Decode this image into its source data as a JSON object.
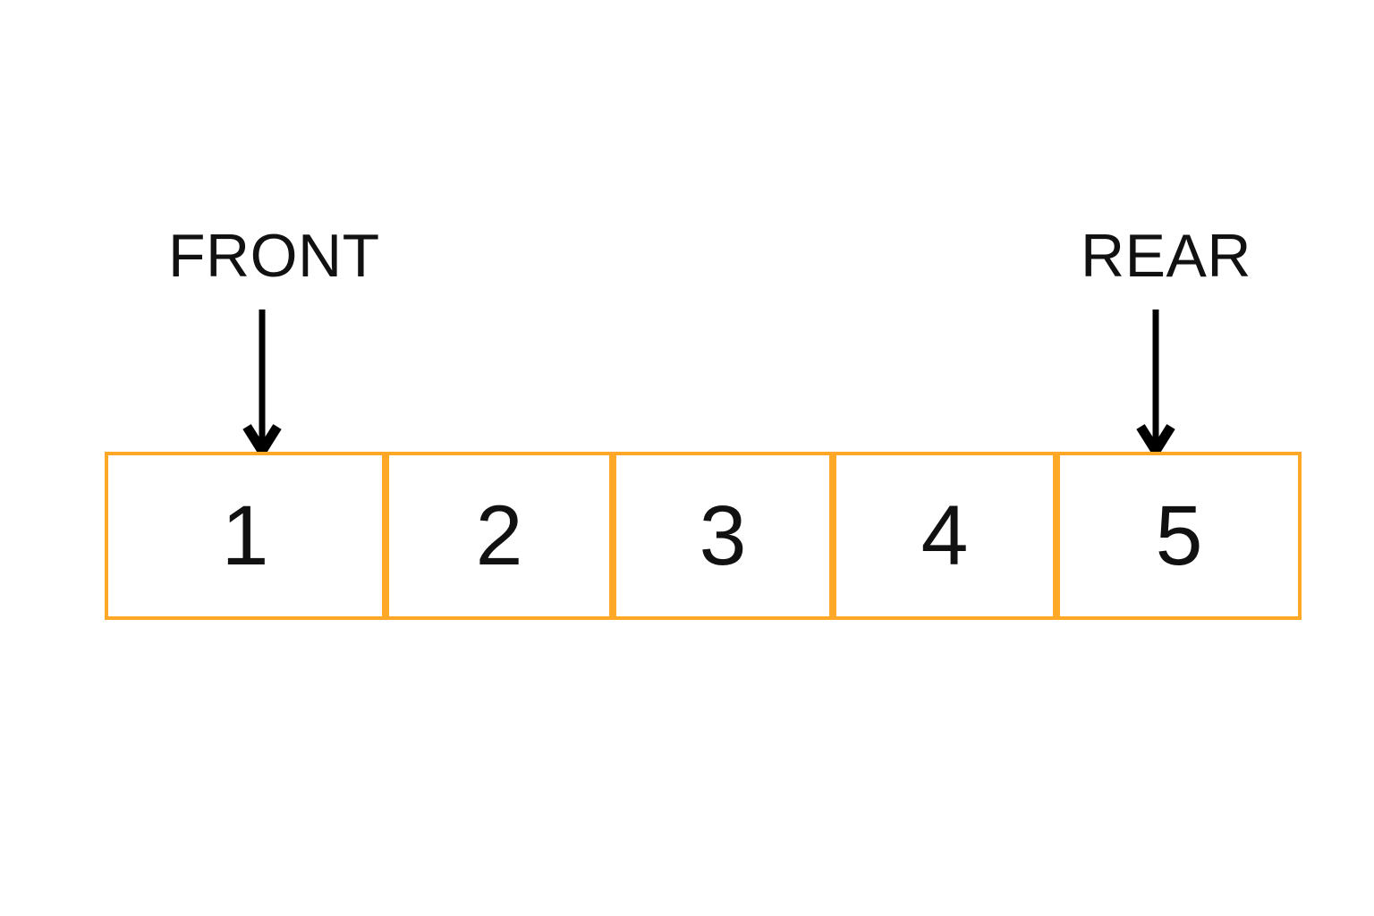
{
  "diagram": {
    "type": "queue-array-diagram",
    "background_color": "#FFFFFF",
    "cell_border_color": "#FFA726",
    "cell_fill_color": "#FFFFFF",
    "text_color": "#111111",
    "pointers": [
      {
        "id": "front",
        "label": "FRONT",
        "points_to_index": 0,
        "points_to_value": "1",
        "arrow_icon": "arrow-down-icon"
      },
      {
        "id": "rear",
        "label": "REAR",
        "points_to_index": 4,
        "points_to_value": "5",
        "arrow_icon": "arrow-down-icon"
      }
    ],
    "cells": [
      {
        "index": 0,
        "value": "1"
      },
      {
        "index": 1,
        "value": "2"
      },
      {
        "index": 2,
        "value": "3"
      },
      {
        "index": 3,
        "value": "4"
      },
      {
        "index": 4,
        "value": "5"
      }
    ]
  }
}
